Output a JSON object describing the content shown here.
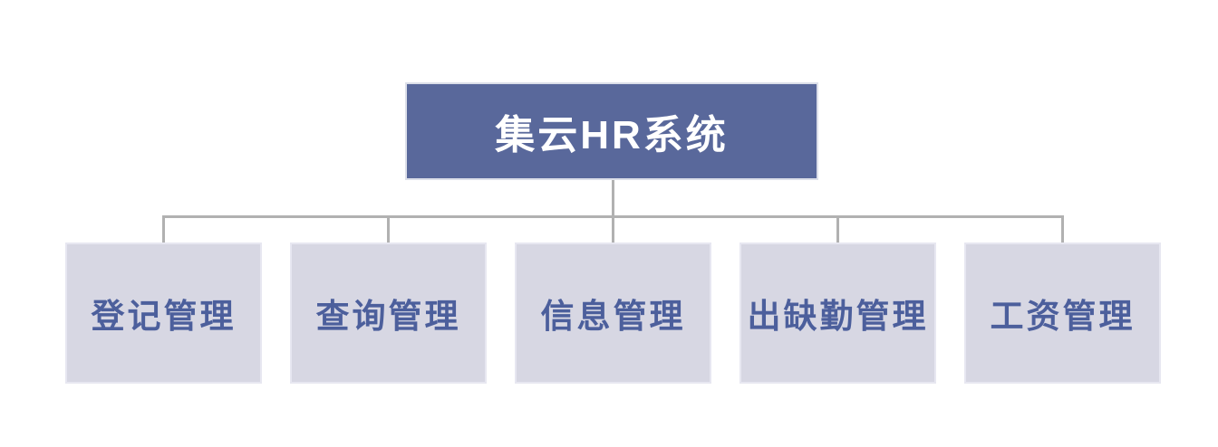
{
  "diagram": {
    "type": "org-tree",
    "root": {
      "label": "集云HR系统"
    },
    "children": [
      {
        "label": "登记管理"
      },
      {
        "label": "查询管理"
      },
      {
        "label": "信息管理"
      },
      {
        "label": "出缺勤管理"
      },
      {
        "label": "工资管理"
      }
    ],
    "colors": {
      "root_bg": "#59689B",
      "root_text": "#FFFFFF",
      "child_bg": "#D7D7E3",
      "child_text": "#4C5F9C",
      "connector": "#B1B1B1",
      "background": "#FFFFFF"
    }
  }
}
